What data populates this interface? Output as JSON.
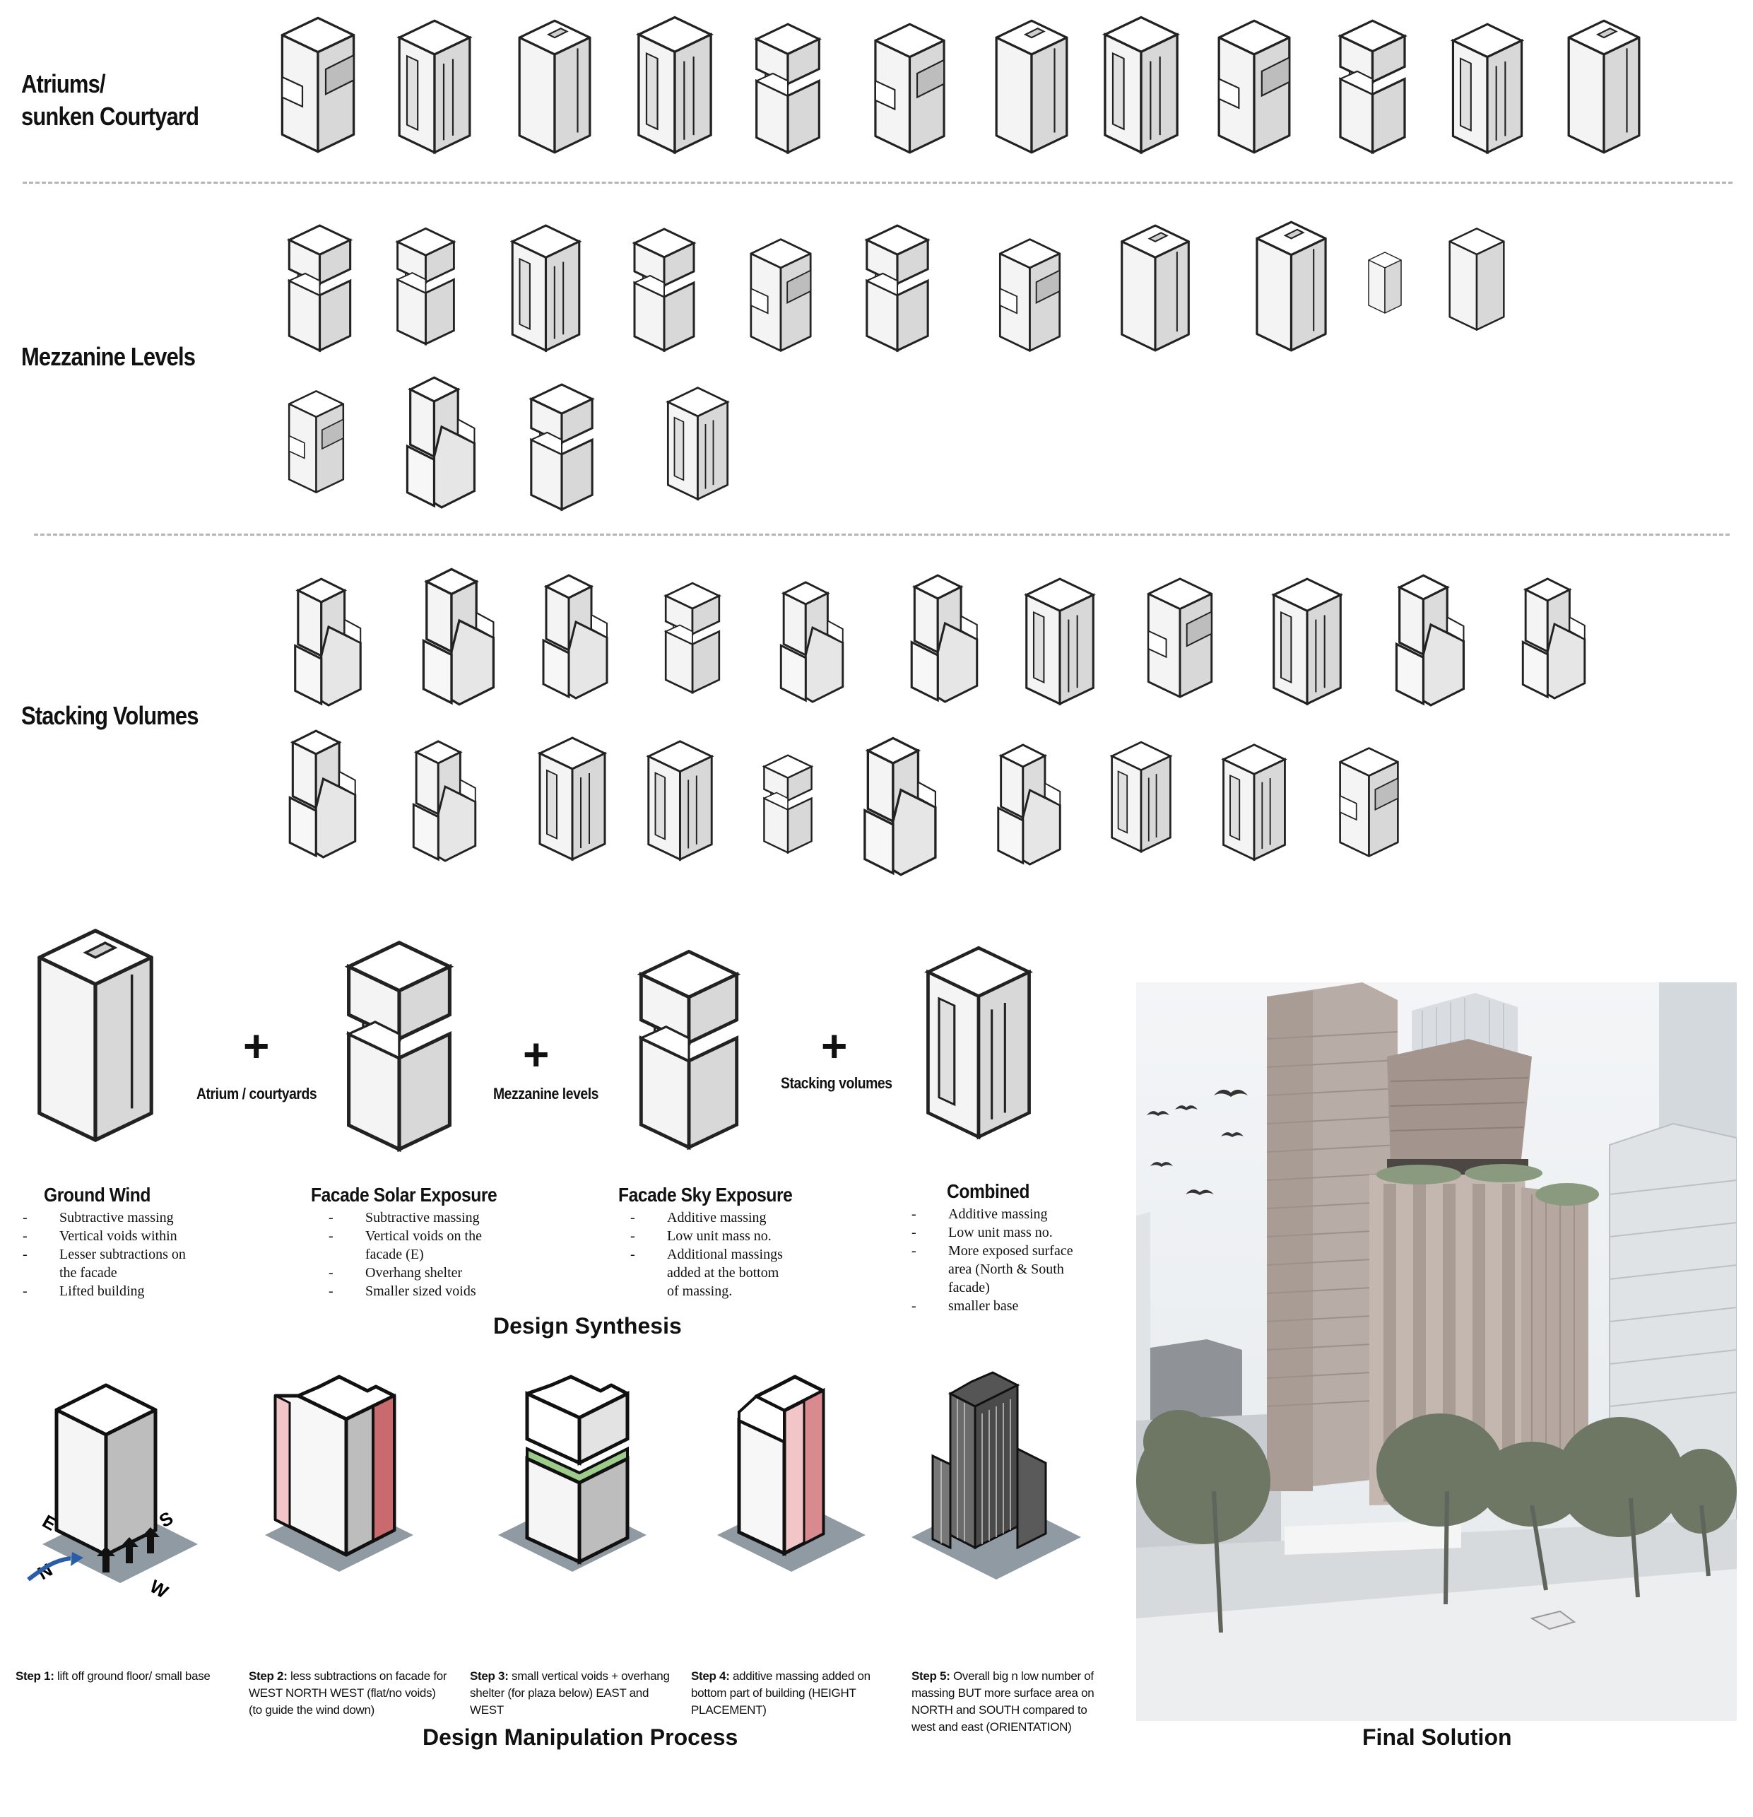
{
  "categories": [
    {
      "label": "Atriums/\nsunken Courtyard"
    },
    {
      "label": "Mezzanine Levels"
    },
    {
      "label": "Stacking Volumes"
    }
  ],
  "synthesis": {
    "operators": [
      "Atrium / courtyards",
      "Mezzanine levels",
      "Stacking volumes"
    ],
    "columns": [
      {
        "title": "Ground Wind",
        "bullets": [
          "Subtractive massing",
          "Vertical voids within",
          "Lesser subtractions on",
          "the facade",
          "Lifted building"
        ],
        "cont": [
          false,
          false,
          false,
          true,
          false
        ]
      },
      {
        "title": "Facade Solar Exposure",
        "bullets": [
          "Subtractive massing",
          "Vertical voids on the",
          "facade (E)",
          "Overhang shelter",
          "Smaller sized voids"
        ],
        "cont": [
          false,
          false,
          true,
          false,
          false
        ]
      },
      {
        "title": "Facade Sky Exposure",
        "bullets": [
          "Additive massing",
          "Low unit mass no.",
          "Additional massings",
          "added at the bottom",
          "of massing."
        ],
        "cont": [
          false,
          false,
          false,
          true,
          true
        ]
      },
      {
        "title": "Combined",
        "bullets": [
          "Additive massing",
          "Low unit mass no.",
          "More  exposed surface",
          "area (North & South",
          "facade)",
          "smaller base"
        ],
        "cont": [
          false,
          false,
          false,
          true,
          true,
          false
        ]
      }
    ],
    "caption": "Design Synthesis"
  },
  "process": {
    "compass": {
      "e": "E",
      "s": "S",
      "n": "N",
      "w": "W"
    },
    "steps": [
      {
        "prefix": "Step 1:",
        "text": " lift off ground floor/ small base"
      },
      {
        "prefix": "Step 2:",
        "text": " less subtractions on facade for WEST NORTH WEST (flat/no voids) (to guide the wind down)"
      },
      {
        "prefix": "Step 3:",
        "text": " small  vertical voids + overhang shelter (for plaza below) EAST and WEST"
      },
      {
        "prefix": "Step 4:",
        "text": " additive massing added on bottom part of building (HEIGHT PLACEMENT)"
      },
      {
        "prefix": "Step 5:",
        "text": "  Overall big n low number of massing BUT more surface area on NORTH and SOUTH compared to west and east (ORIENTATION)"
      }
    ],
    "caption": "Design Manipulation Process"
  },
  "final": {
    "caption": "Final Solution"
  },
  "colors": {
    "accent_red": "#c96a6e",
    "accent_pink": "#f2c6c8",
    "accent_green": "#9ccc8a",
    "ground": "#8f9aa3",
    "block_face": "#ffffff",
    "block_shade": "#d9d9d9"
  }
}
